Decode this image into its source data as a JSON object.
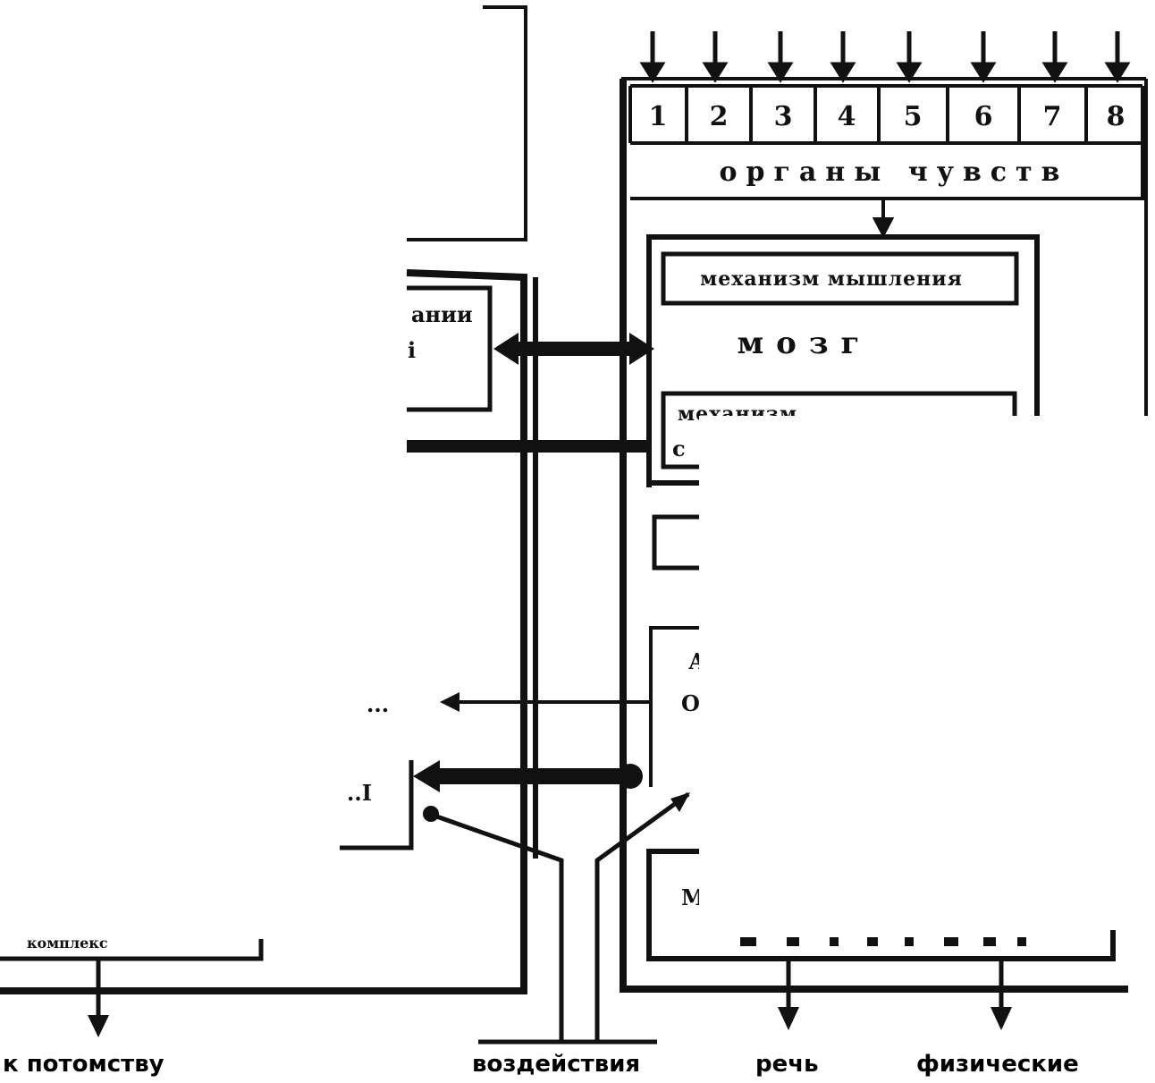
{
  "sensors": {
    "numbers": [
      "1",
      "2",
      "3",
      "4",
      "5",
      "6",
      "7",
      "8"
    ],
    "organs_label": "органы чувств"
  },
  "brain": {
    "mechanism_top": "механизм мышления",
    "brain_label": "мозг",
    "mechanism_second_fragment": "механизм",
    "second_line_fragment": "с"
  },
  "left_fragments": {
    "upper_box_line1": "ании",
    "upper_box_line2": "і",
    "middle_fragment": "...",
    "lower_box": "..І",
    "bottom_bar": "комплекс"
  },
  "right_fragments": {
    "middle_box_line1": "А",
    "middle_box_line2": "О",
    "lower_box": "М"
  },
  "outputs": {
    "offspring": "к потомству",
    "influence": "воздействия",
    "speech": "речь",
    "physical": "физические"
  },
  "colors": {
    "ink": "#111111",
    "paper": "#ffffff"
  }
}
